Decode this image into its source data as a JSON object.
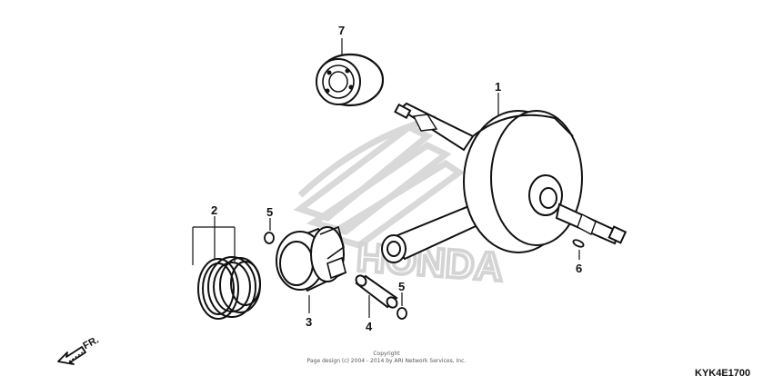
{
  "callouts": {
    "c1": "1",
    "c2": "2",
    "c3": "3",
    "c4": "4",
    "c5a": "5",
    "c5b": "5",
    "c6": "6",
    "c7": "7"
  },
  "watermark": {
    "brand_text": "HONDA",
    "color": "#d6d6d6"
  },
  "orientation": {
    "label": "FR."
  },
  "copyright": {
    "line1": "Copyright",
    "line2": "Page design (c) 2004 - 2014 by ARI Network Services, Inc."
  },
  "diagram_code": "KYK4E1700",
  "colors": {
    "ink": "#111111",
    "watermark": "#d6d6d6"
  }
}
